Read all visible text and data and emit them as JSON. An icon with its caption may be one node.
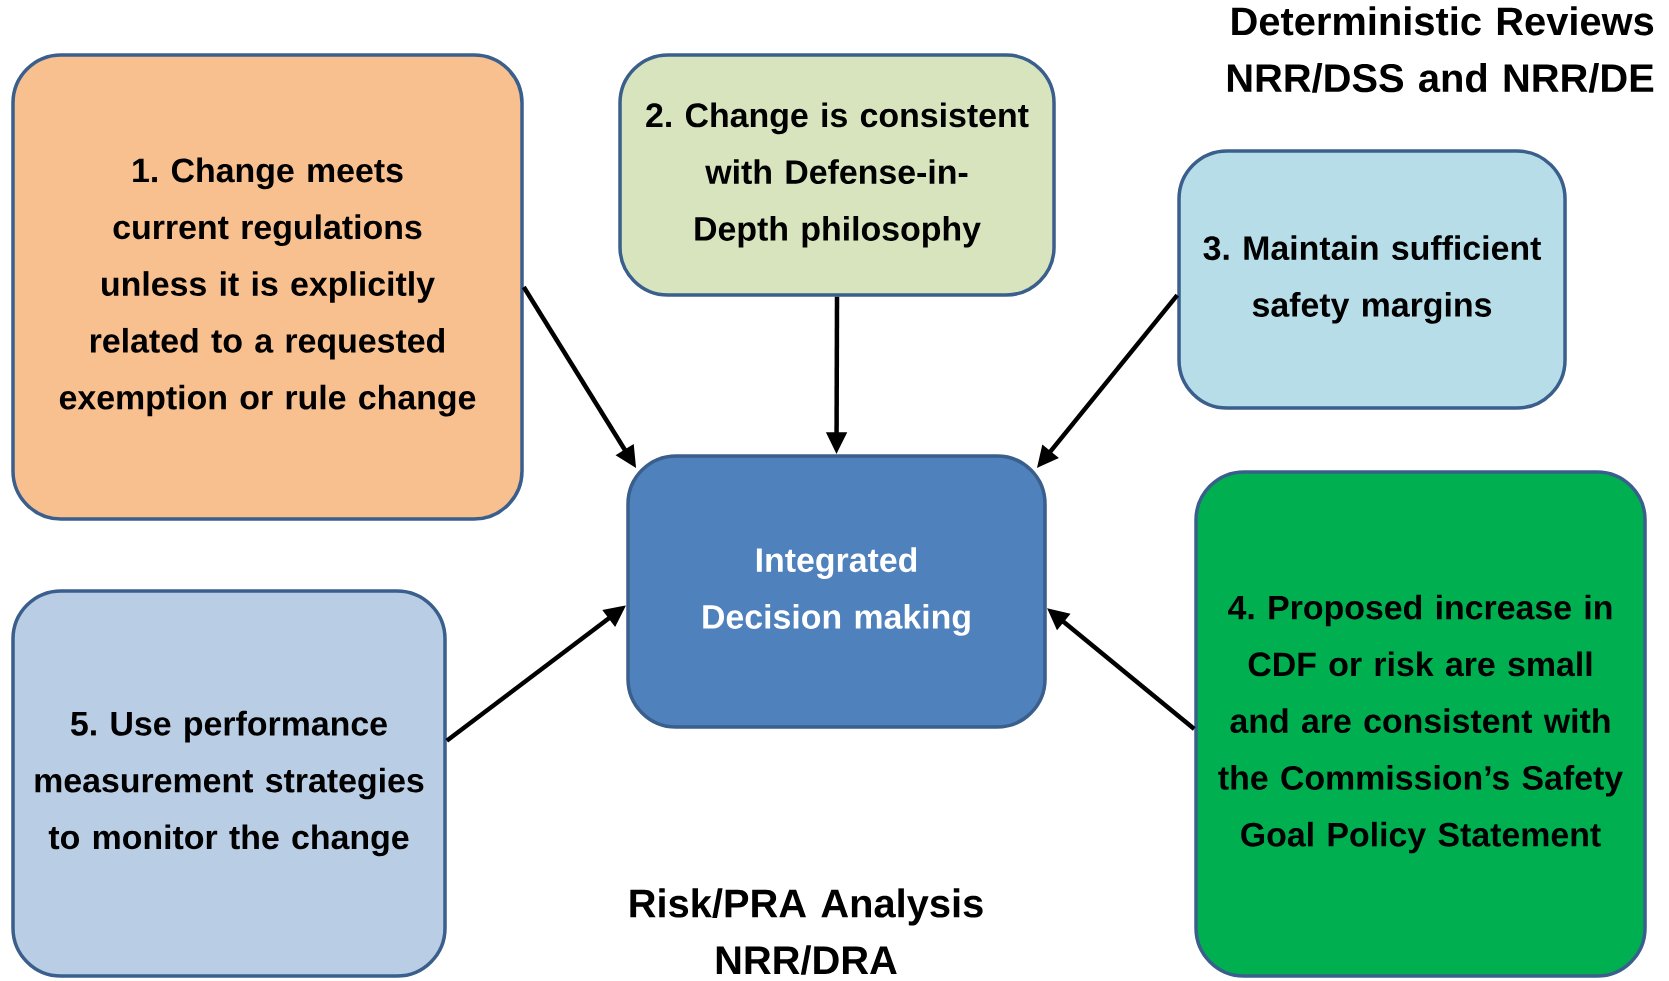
{
  "diagram": {
    "nodes": [
      {
        "text": [
          "1. Change meets current regulations unless it is explicitly related to a requested exemption or rule change"
        ]
      },
      {
        "text": [
          "2. Change is consistent with Defense-in-Depth philosophy"
        ]
      },
      {
        "text": [
          "3. Maintain sufficient safety margins"
        ]
      },
      {
        "text": [
          "Integrated Decision making"
        ]
      },
      {
        "text": [
          "4. Proposed increase in CDF or risk are small and are consistent with the Commission’s Safety Goal Policy Statement"
        ]
      },
      {
        "text": [
          "5. Use performance measurement strategies to monitor the change"
        ]
      }
    ],
    "edges": [
      {
        "from": 0,
        "to": 3,
        "arrow": "to"
      },
      {
        "from": 1,
        "to": 3,
        "arrow": "to"
      },
      {
        "from": 2,
        "to": 3,
        "arrow": "to"
      },
      {
        "from": 4,
        "to": 3,
        "arrow": "to"
      },
      {
        "from": 5,
        "to": 3,
        "arrow": "to"
      }
    ],
    "labels": [
      "Deterministic Reviews NRR/DSS and NRR/DE",
      "Risk/PRA Analysis NRR/DRA"
    ]
  }
}
